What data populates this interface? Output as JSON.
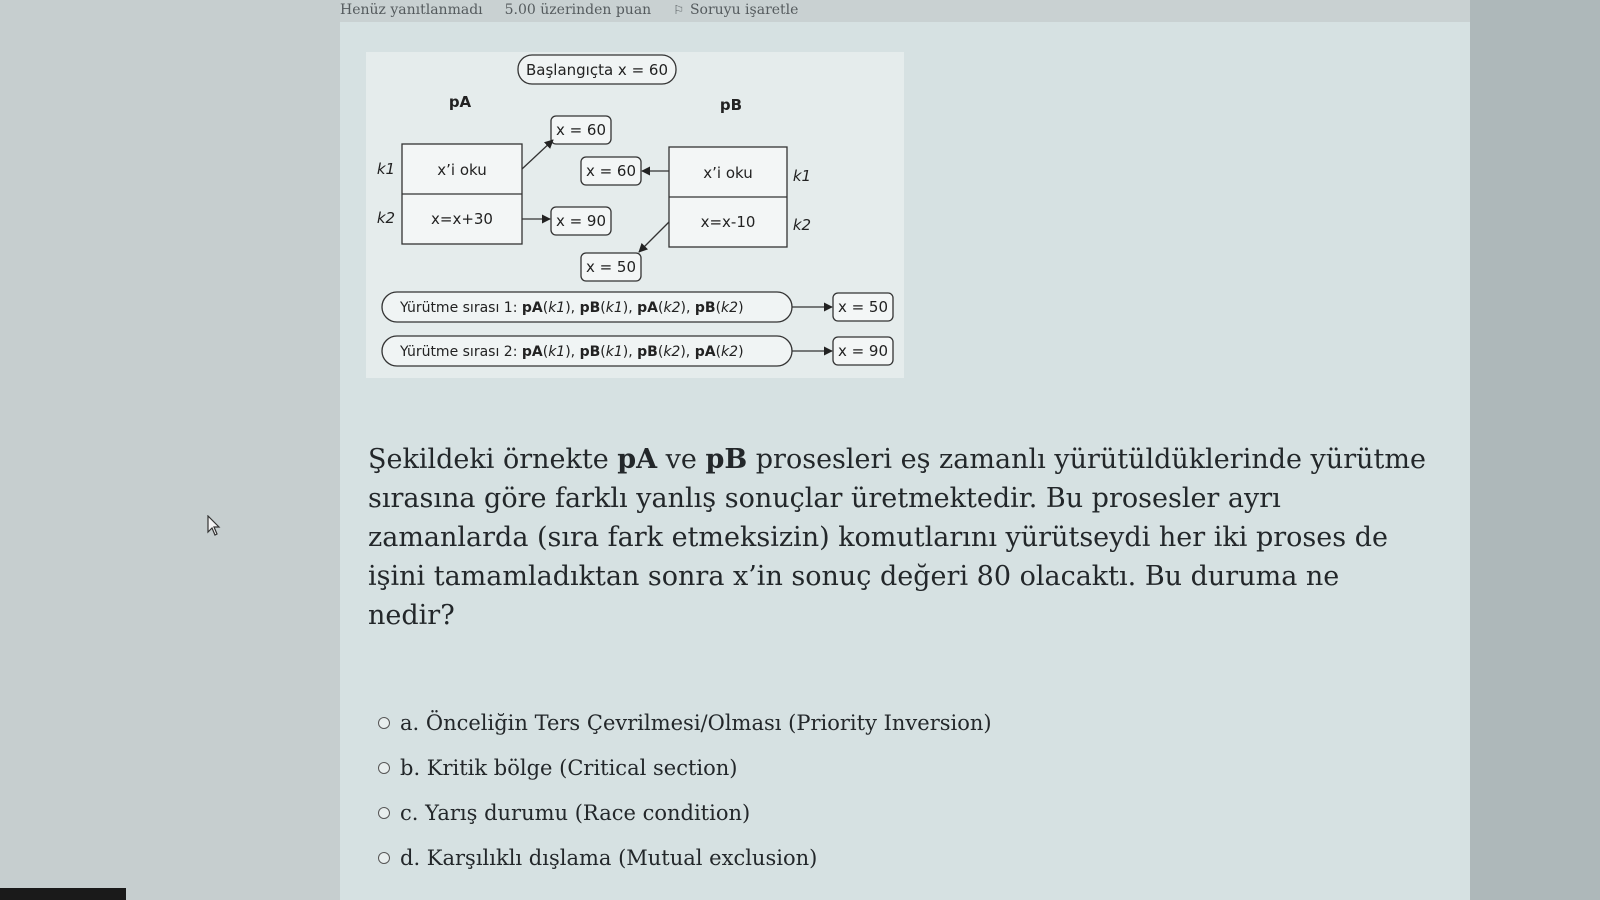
{
  "info_bar": {
    "status": "Henüz yanıtlanmadı",
    "points": "5.00 üzerinden puan",
    "flag_label": "Soruyu işaretle",
    "flag_icon": "flag-icon"
  },
  "figure": {
    "initial": "Başlangıçta x = 60",
    "process_a": "pA",
    "process_b": "pB",
    "pa_steps": [
      "x’i oku",
      "x=x+30"
    ],
    "pb_steps": [
      "x’i oku",
      "x=x-10"
    ],
    "step_labels": [
      "k1",
      "k2"
    ],
    "values": {
      "pa_read": "x = 60",
      "pb_read": "x = 60",
      "pa_write": "x = 90",
      "pb_write": "x = 50"
    },
    "orders": [
      {
        "prefix": "Yürütme sırası 1: ",
        "steps": [
          [
            "pA",
            "k1"
          ],
          [
            "pB",
            "k1"
          ],
          [
            "pA",
            "k2"
          ],
          [
            "pB",
            "k2"
          ]
        ],
        "result": "x = 50"
      },
      {
        "prefix": "Yürütme sırası 2: ",
        "steps": [
          [
            "pA",
            "k1"
          ],
          [
            "pB",
            "k1"
          ],
          [
            "pB",
            "k2"
          ],
          [
            "pA",
            "k2"
          ]
        ],
        "result": "x = 90"
      }
    ]
  },
  "question": {
    "part1": "Şekildeki örnekte ",
    "bold1": "pA",
    "part2": " ve ",
    "bold2": "pB",
    "part3": " prosesleri eş zamanlı yürütüldüklerinde yürütme sırasına göre farklı yanlış sonuçlar üretmektedir. Bu prosesler ayrı zamanlarda (sıra fark etmeksizin) komutlarını yürütseydi her iki proses de işini tamamladıktan sonra x’in sonuç değeri 80 olacaktı. Bu duruma ne nedir?"
  },
  "options": [
    "a. Önceliğin Ters Çevrilmesi/Olması (Priority Inversion)",
    "b. Kritik bölge (Critical section)",
    "c. Yarış durumu (Race condition)",
    "d. Karşılıklı dışlama (Mutual exclusion)"
  ]
}
